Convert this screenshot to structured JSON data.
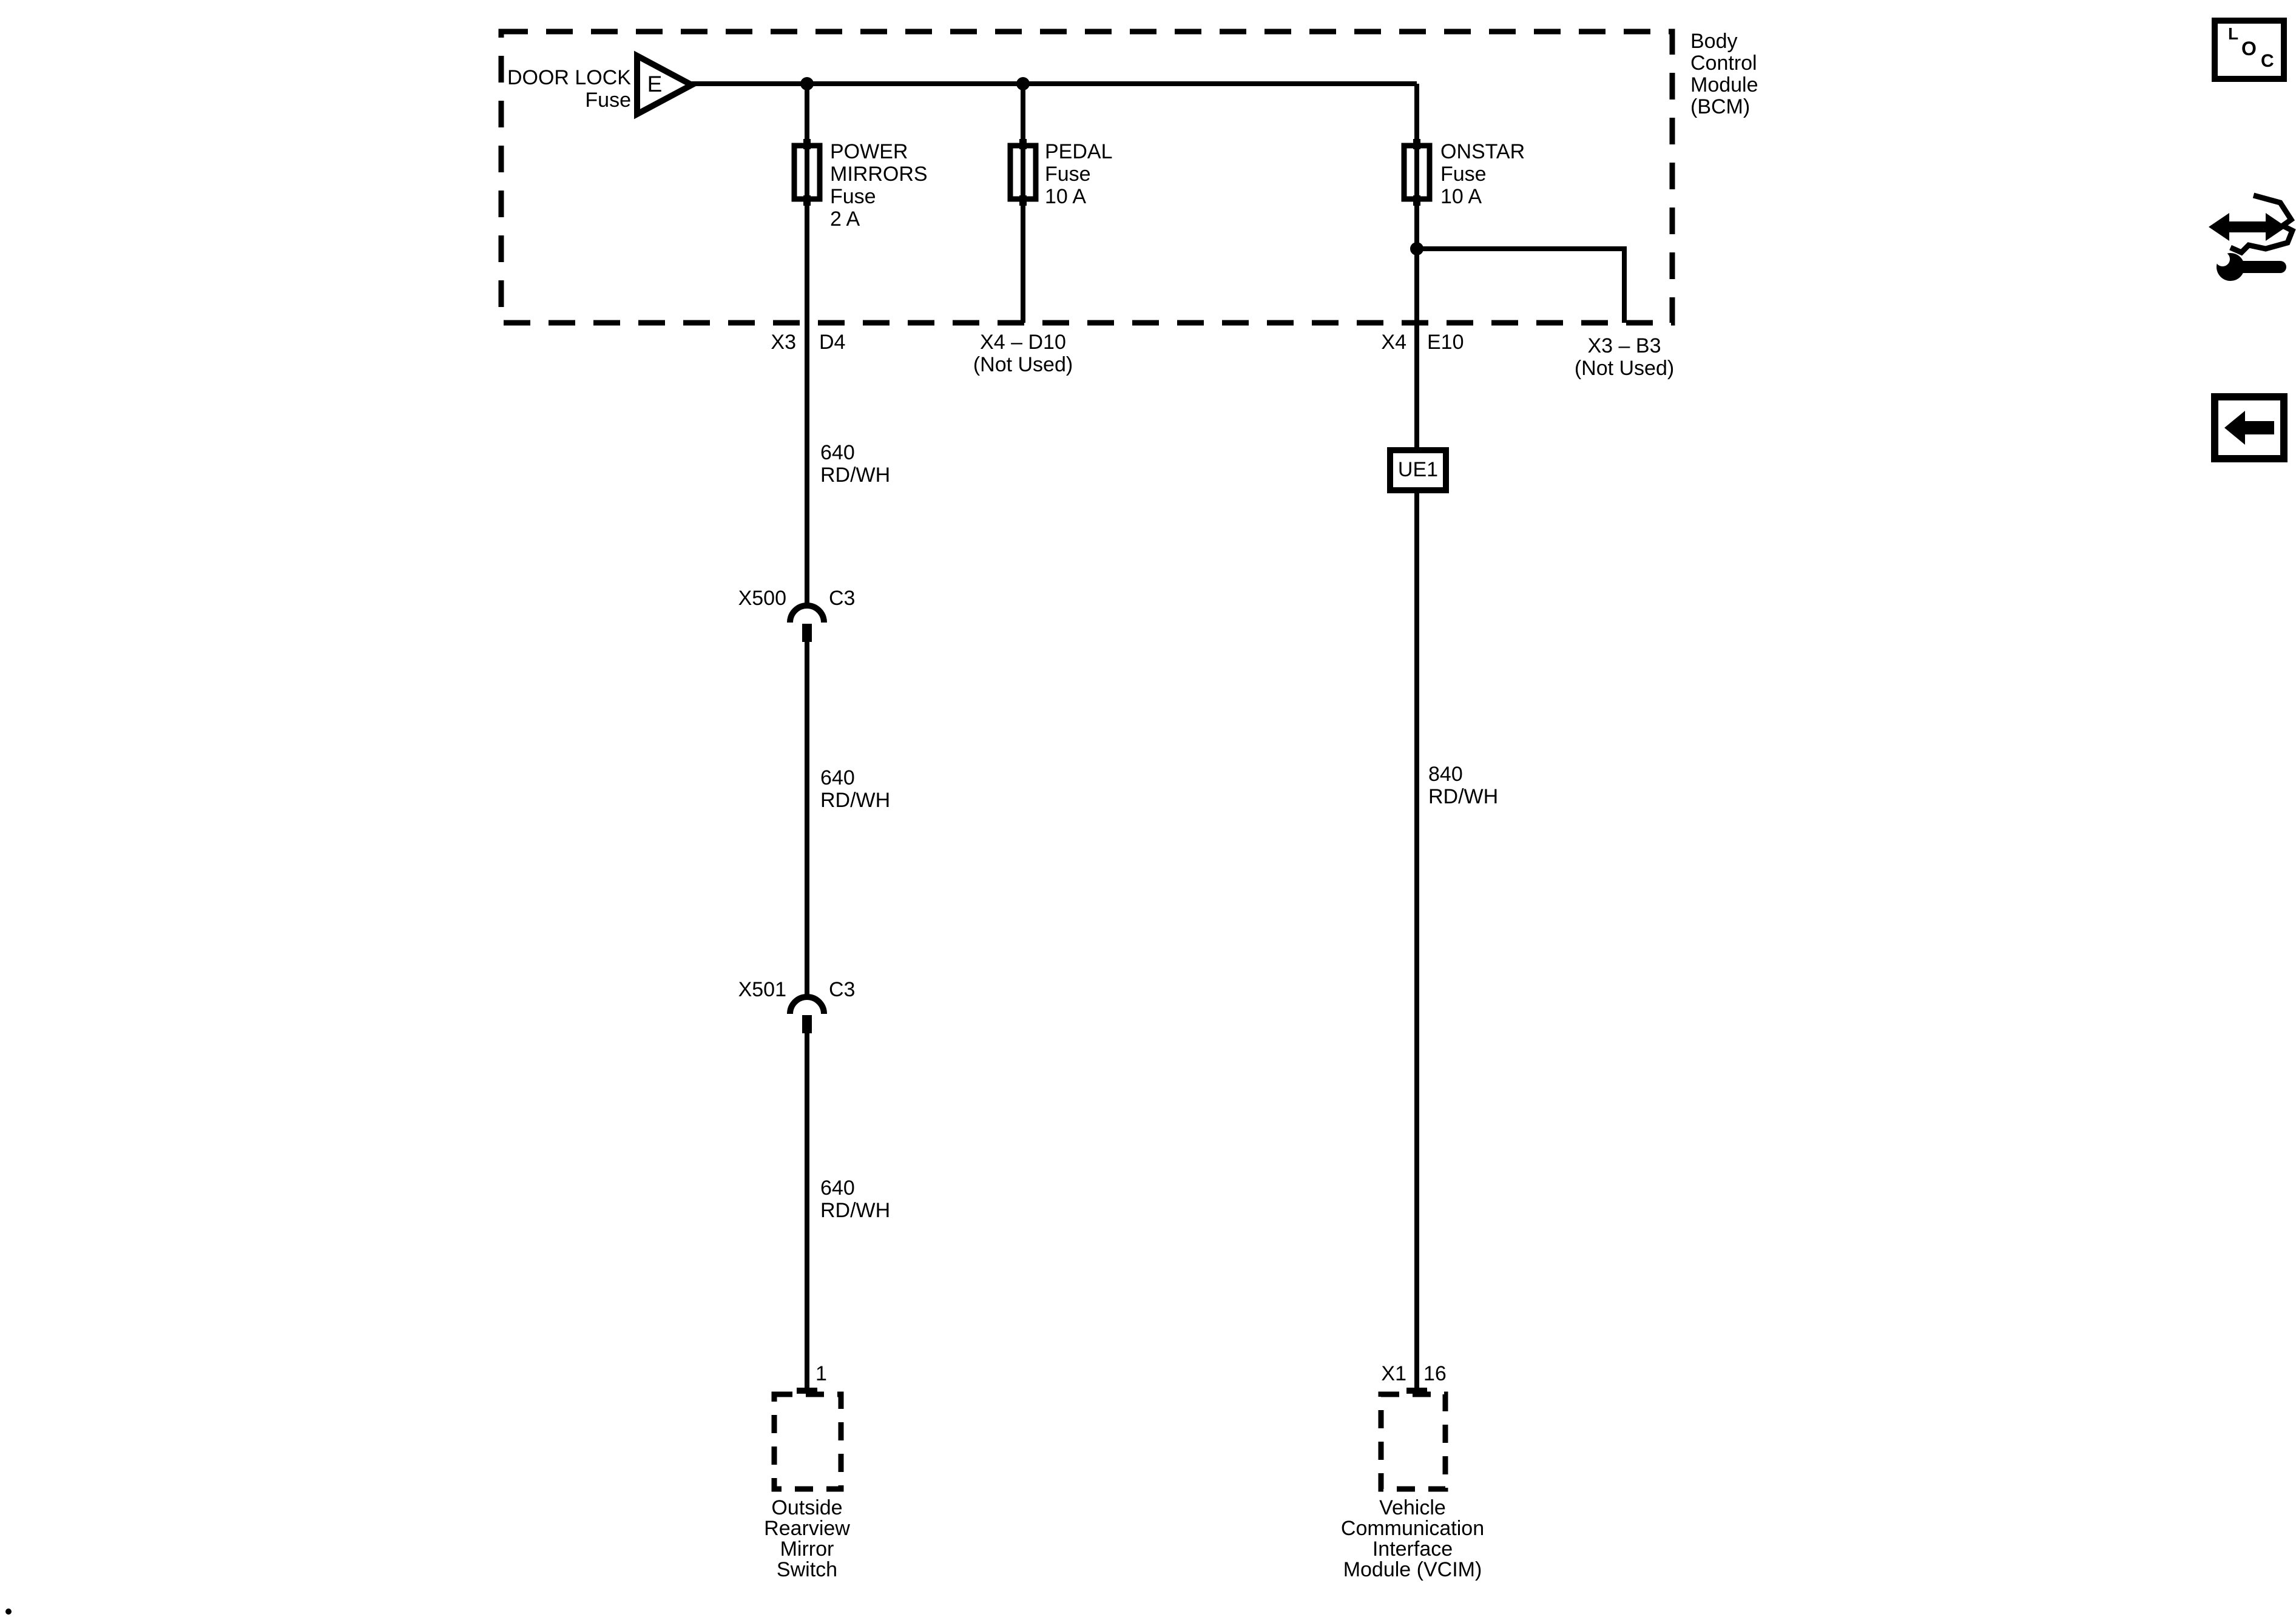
{
  "colors": {
    "ink": "#000000",
    "background": "#ffffff"
  },
  "bcm": {
    "label": [
      "Body",
      "Control",
      "Module",
      "(BCM)"
    ]
  },
  "door_lock_fuse": {
    "label": [
      "DOOR LOCK",
      "Fuse"
    ],
    "symbol_letter": "E"
  },
  "fuses": {
    "power_mirrors": {
      "label": [
        "POWER",
        "MIRRORS",
        "Fuse",
        "2 A"
      ]
    },
    "pedal": {
      "label": [
        "PEDAL",
        "Fuse",
        "10 A"
      ]
    },
    "onstar": {
      "label": [
        "ONSTAR",
        "Fuse",
        "10 A"
      ]
    }
  },
  "bcm_pins": {
    "d4": {
      "connector": "X3",
      "pin": "D4"
    },
    "d10": {
      "label": [
        "X4 – D10",
        "(Not Used)"
      ]
    },
    "e10": {
      "connector": "X4",
      "pin": "E10"
    },
    "b3": {
      "label": [
        "X3 – B3",
        "(Not Used)"
      ]
    }
  },
  "wires": {
    "mirror_seg1": [
      "640",
      "RD/WH"
    ],
    "mirror_seg2": [
      "640",
      "RD/WH"
    ],
    "mirror_seg3": [
      "640",
      "RD/WH"
    ],
    "vcim_seg": [
      "840",
      "RD/WH"
    ]
  },
  "inline_connectors": {
    "x500": {
      "name": "X500",
      "cavity": "C3"
    },
    "x501": {
      "name": "X501",
      "cavity": "C3"
    }
  },
  "rpo_code": "UE1",
  "components": {
    "mirror_switch": {
      "pin": "1",
      "label": [
        "Outside",
        "Rearview",
        "Mirror",
        "Switch"
      ]
    },
    "vcim": {
      "connector": "X1",
      "pin": "16",
      "label": [
        "Vehicle",
        "Communication",
        "Interface",
        "Module (VCIM)"
      ]
    }
  },
  "sidebar": {
    "loc": {
      "letters": [
        "L",
        "O",
        "C"
      ]
    }
  }
}
